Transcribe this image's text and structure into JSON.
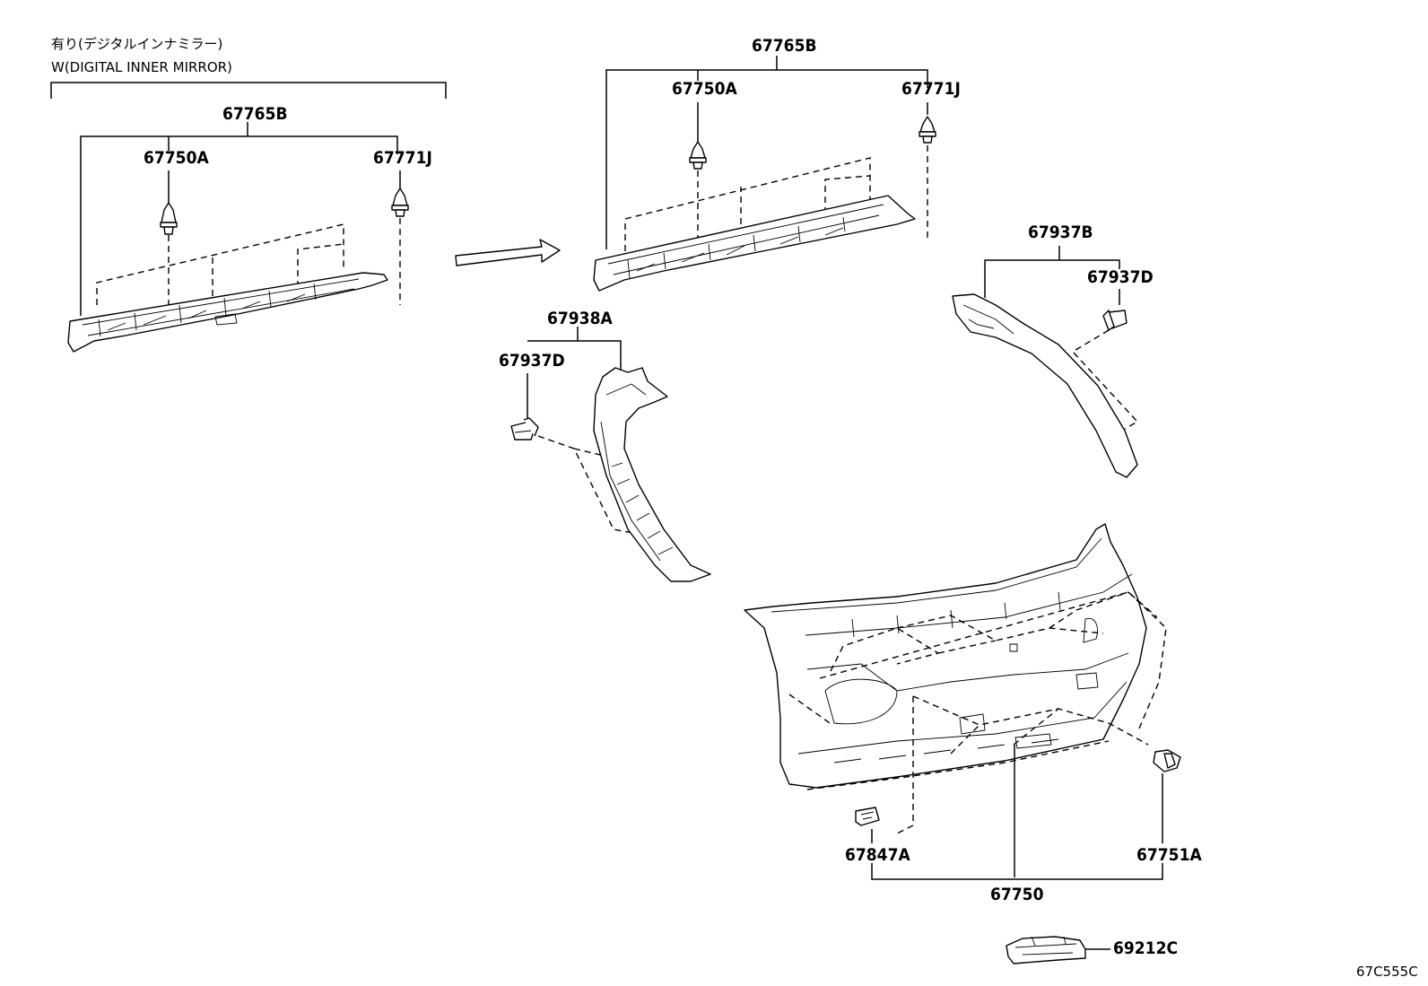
{
  "variant_note": {
    "line1": "有り(デジタルインナミラー)",
    "line2": "W(DIGITAL INNER MIRROR)"
  },
  "labels": {
    "left_trim_assy": "67765B",
    "left_clip_a": "67750A",
    "left_clip_j": "67771J",
    "right_trim_assy": "67765B",
    "right_clip_a": "67750A",
    "right_clip_j": "67771J",
    "left_pillar_assy": "67938A",
    "left_pillar_clip": "67937D",
    "right_pillar_assy": "67937B",
    "right_pillar_clip": "67937D",
    "cover": "67847A",
    "clip_lower": "67751A",
    "door_trim_assy": "67750",
    "lamp": "69212C"
  },
  "diagram_code": "67C555C"
}
